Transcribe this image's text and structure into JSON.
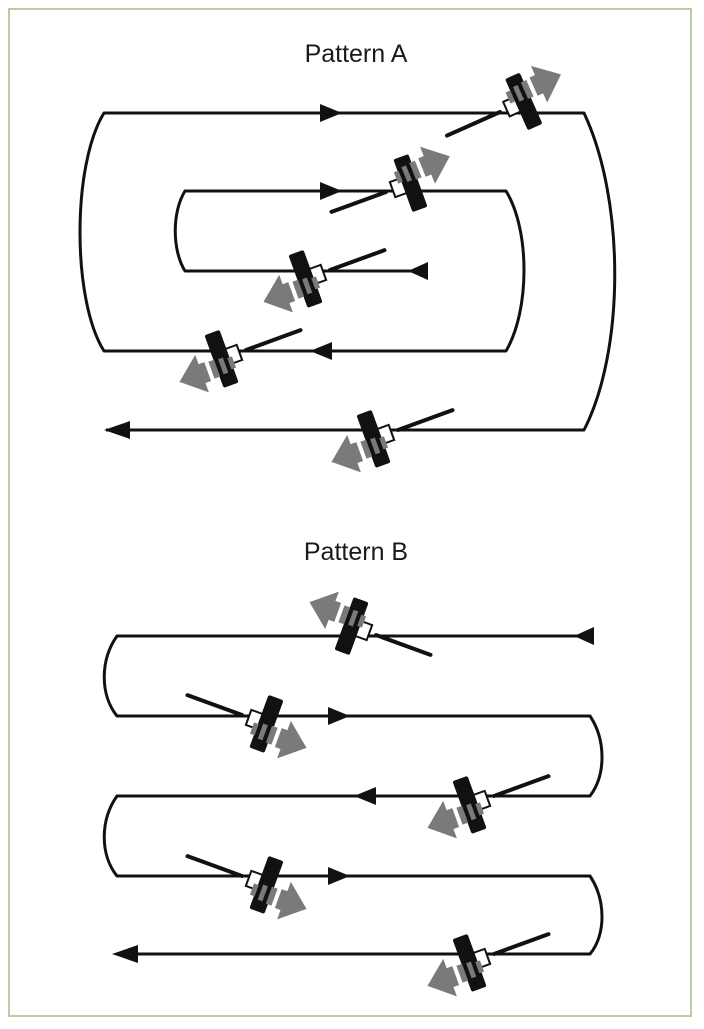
{
  "patterns": [
    {
      "title": "Pattern A"
    },
    {
      "title": "Pattern B"
    }
  ],
  "colors": {
    "path": "#111111",
    "squeegee": "#111111",
    "motion_arrow": "#7a7a7a",
    "frame": "#b7cfa3"
  },
  "icons": {
    "path_direction": "triangle-arrowhead",
    "squeegee": "squeegee-icon",
    "motion": "striped-arrow-icon"
  }
}
